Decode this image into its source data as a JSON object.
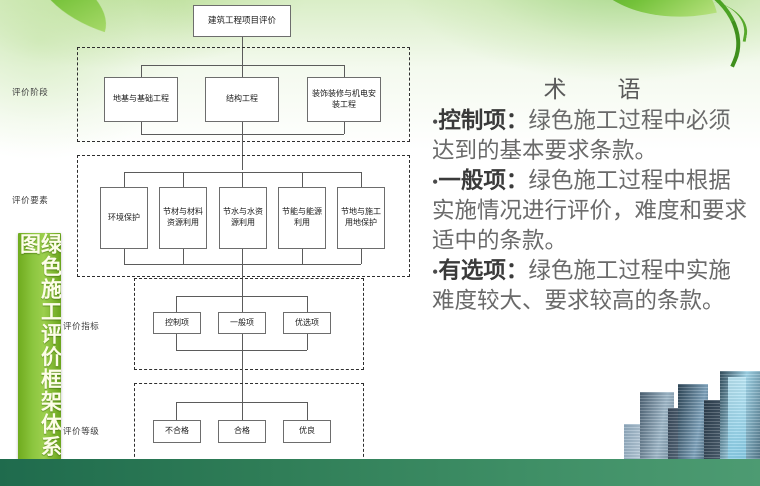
{
  "slide": {
    "vertical_title": "绿色施工评价框架体系图"
  },
  "diagram": {
    "root": "建筑工程项目评价",
    "rows": [
      {
        "label": "评价阶段",
        "nodes": [
          "地基与基础工程",
          "结构工程",
          "装饰装修与机电安装工程"
        ]
      },
      {
        "label": "评价要素",
        "nodes": [
          "环境保护",
          "节材与材料资源利用",
          "节水与水资源利用",
          "节能与能源利用",
          "节地与施工用地保护"
        ]
      },
      {
        "label": "评价指标",
        "nodes": [
          "控制项",
          "一般项",
          "优选项"
        ]
      },
      {
        "label": "评价等级",
        "nodes": [
          "不合格",
          "合格",
          "优良"
        ]
      }
    ]
  },
  "terms": {
    "title": "术　语",
    "items": [
      {
        "bullet": "•",
        "keyword": "控制项：",
        "text": "绿色施工过程中必须达到的基本要求条款。"
      },
      {
        "bullet": "•",
        "keyword": "一般项：",
        "text": "绿色施工过程中根据实施情况进行评价，难度和要求适中的条款。"
      },
      {
        "bullet": "•",
        "keyword": "有选项：",
        "text": "绿色施工过程中实施难度较大、要求较高的条款。"
      }
    ]
  },
  "colors": {
    "accent_green": "#8cc63f",
    "bar_green": "#2f7d57",
    "node_border": "#6d6d6d",
    "group_border": "#2e2e2e",
    "text_gray": "#6a6a6a"
  }
}
